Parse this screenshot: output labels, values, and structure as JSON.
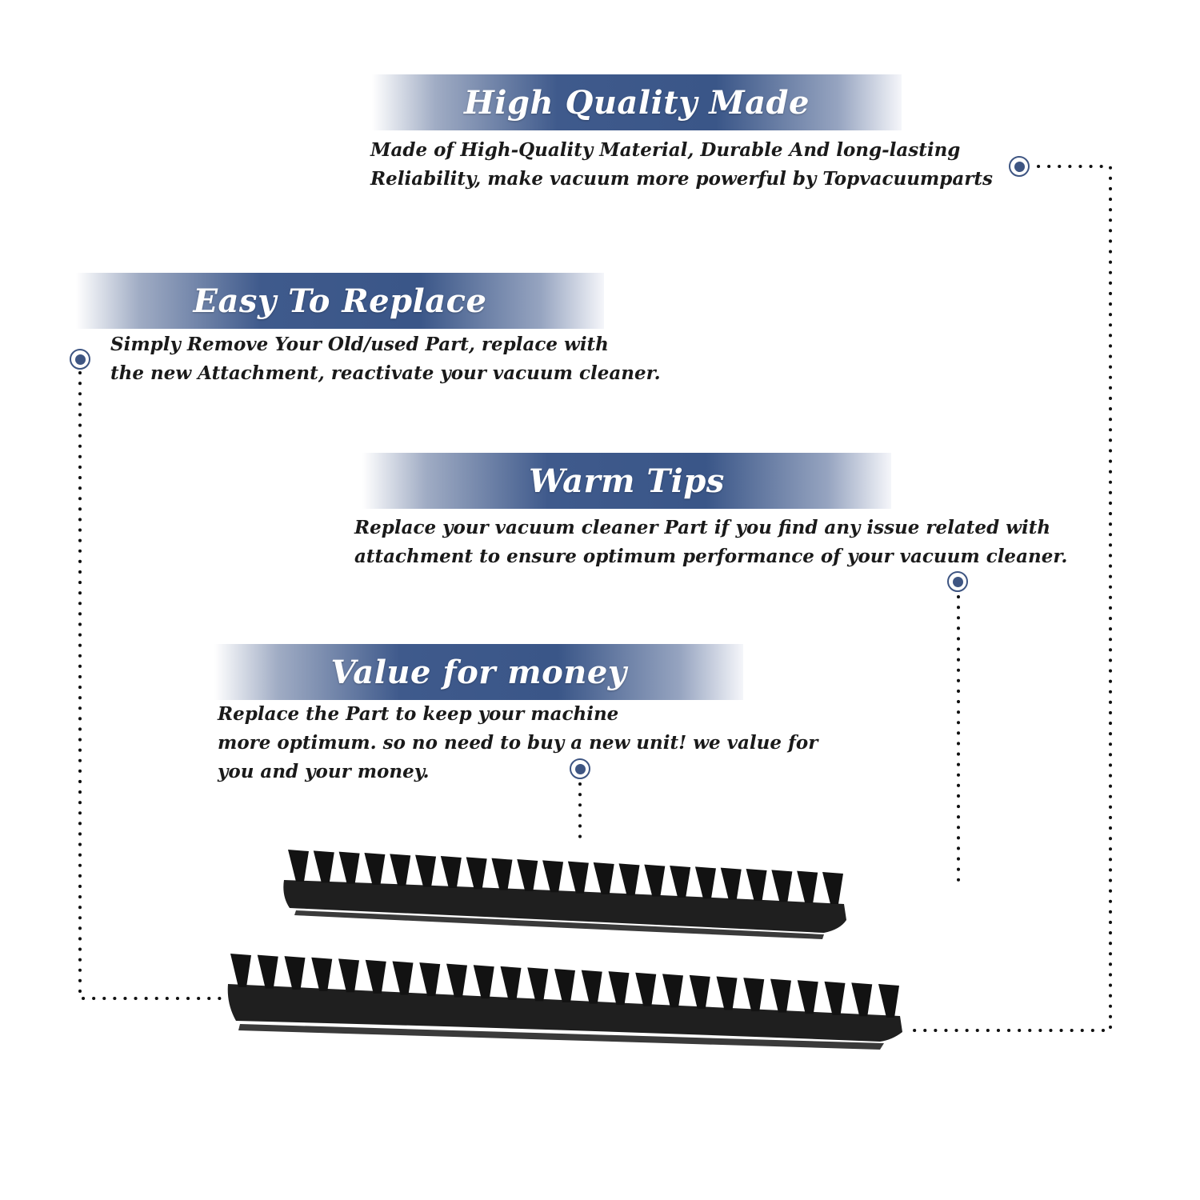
{
  "colors": {
    "banner_accent": "#3a5688",
    "dot_accent": "#3e5582",
    "text": "#1a1a1a",
    "bristle": "#141414"
  },
  "sections": [
    {
      "title": "High Quality Made",
      "lines": [
        "Made of  High-Quality Material, Durable And long-lasting",
        "Reliability, make vacuum more powerful by Topvacuumparts"
      ]
    },
    {
      "title": "Easy To Replace",
      "lines": [
        "Simply Remove Your Old/used Part, replace with",
        "the new Attachment, reactivate your vacuum cleaner."
      ]
    },
    {
      "title": "Warm Tips",
      "lines": [
        "Replace your vacuum cleaner Part if you find any issue related with",
        " attachment to ensure optimum performance of your vacuum cleaner."
      ]
    },
    {
      "title": "Value for money",
      "lines": [
        "Replace the Part to keep your machine",
        "more optimum. so no need to buy a new unit! we value for",
        "you and your money."
      ]
    }
  ],
  "product": {
    "image_icon": "brush-strip-icon",
    "count": 2
  }
}
